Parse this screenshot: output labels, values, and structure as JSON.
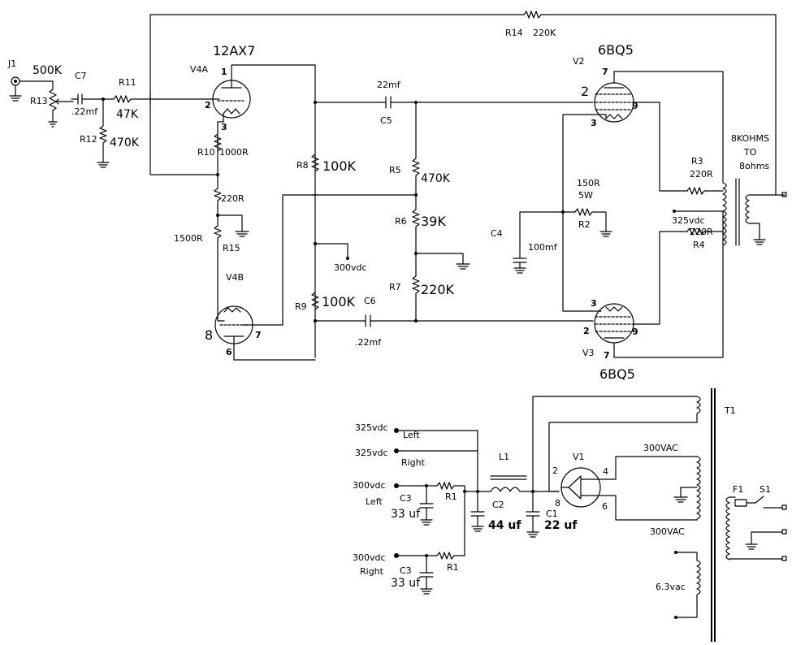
{
  "preamp": {
    "jack": "J1",
    "r13": "R13",
    "r13_value": "500K",
    "c7": "C7",
    "c7_value": ".22mf",
    "r11": "R11",
    "r11_value": "47K",
    "r12": "R12",
    "r12_value": "470K",
    "tube_a": "V4A",
    "tube_type": "12AX7",
    "tube_a_pin1": "1",
    "tube_a_pin2": "2",
    "tube_a_pin3": "3",
    "r10": "R10",
    "r10_value": "1000R",
    "r15_value_top": "220R",
    "r15_value_bottom": "1500R",
    "r15": "R15",
    "tube_b": "V4B",
    "tube_b_pin8": "8",
    "tube_b_pin7": "7",
    "tube_b_pin6": "6",
    "r8": "R8",
    "r8_value": "100K",
    "r9": "R9",
    "r9_value": "100K",
    "b_plus": "300vdc",
    "c5": "C5",
    "c5_value": "22mf",
    "c6": "C6",
    "c6_value": ".22mf",
    "r5": "R5",
    "r5_value": "470K",
    "r6": "R6",
    "r6_value": "39K",
    "r7": "R7",
    "r7_value": "220K",
    "r14": "R14",
    "r14_value": "220K"
  },
  "power_stage": {
    "v2": "V2",
    "v2_type": "6BQ5",
    "v2_pin7": "7",
    "v2_pin2": "2",
    "v2_pin9": "9",
    "v2_pin3": "3",
    "v3": "V3",
    "v3_type": "6BQ5",
    "v3_pin3": "3",
    "v3_pin2": "2",
    "v3_pin9": "9",
    "v3_pin7": "7",
    "r2": "R2",
    "r2_value": "150R",
    "r2_power": "5W",
    "c4": "C4",
    "c4_value": "100mf",
    "r3": "R3",
    "r3_value": "220R",
    "r4": "R4",
    "r4_value": "220R",
    "ot_primary": "8KOHMS",
    "ot_to": "TO",
    "ot_secondary": "8ohms",
    "b_plus": "325vdc"
  },
  "power_supply": {
    "out_325_left": "325vdc",
    "out_325_left_side": "Left",
    "out_325_right": "325vdc",
    "out_325_right_side": "Right",
    "out_300_left": "300vdc",
    "out_300_left_side": "Left",
    "out_300_right": "300vdc",
    "out_300_right_side": "Right",
    "c3a": "C3",
    "c3a_value": "33 uf",
    "c3b": "C3",
    "c3b_value": "33 uf",
    "r1a": "R1",
    "r1b": "R1",
    "l1": "L1",
    "c2": "C2",
    "c2_value": "44 uf",
    "c1": "C1",
    "c1_value": "22 uf",
    "v1": "V1",
    "v1_pin2": "2",
    "v1_pin4": "4",
    "v1_pin6": "6",
    "v1_pin8": "8",
    "t1": "T1",
    "hv_top": "300VAC",
    "hv_bottom": "300VAC",
    "heater": "6.3vac",
    "fuse": "F1",
    "switch": "S1"
  }
}
